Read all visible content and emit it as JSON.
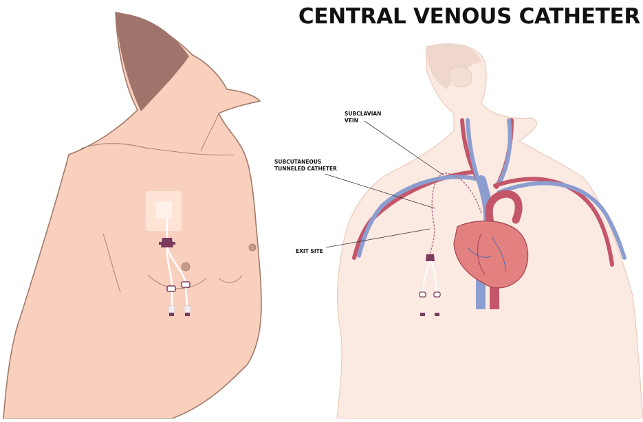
{
  "title": "CENTRAL VENOUS CATHETER",
  "labels": {
    "subclavian_line1": "SUBCLAVIAN",
    "subclavian_line2": "VEIN",
    "tunneled_line1": "SUBCUTANEOUS",
    "tunneled_line2": "TUNNELED CATHETER",
    "exit_site": "EXIT SITE"
  },
  "colors": {
    "skin": "#f8d0bd",
    "skin_outline": "#a07a68",
    "hair": "#a0746a",
    "ghost_skin": "#fbeae2",
    "ghost_outline": "#ecc9ba",
    "vein": "#8c9ed0",
    "artery": "#c4566a",
    "heart": "#e2817f",
    "catheter_hub": "#7a3a5e"
  }
}
